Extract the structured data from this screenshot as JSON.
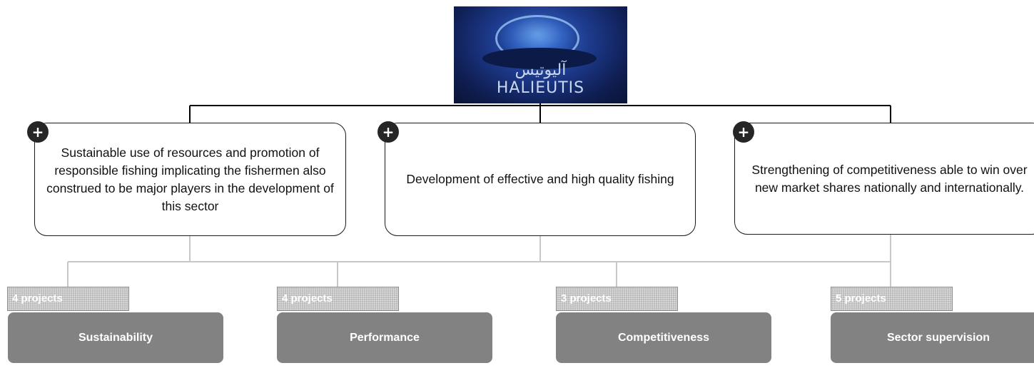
{
  "logo": {
    "arabic": "آليوتيس",
    "brand": "HALIEUTIS"
  },
  "objectives": [
    {
      "plus": "+",
      "text": "Sustainable use of resources and promotion of responsible fishing implicating the fishermen also construed  to be major players in the development of this sector"
    },
    {
      "plus": "+",
      "text": "Development of effective and high quality fishing"
    },
    {
      "plus": "+",
      "text": "Strengthening of competitiveness able to win over new market shares nationally and internationally."
    }
  ],
  "categories": [
    {
      "projects": "4 projects",
      "label": "Sustainability"
    },
    {
      "projects": "4 projects",
      "label": "Performance"
    },
    {
      "projects": "3 projects",
      "label": "Competitiveness"
    },
    {
      "projects": "5 projects",
      "label": "Sector supervision"
    }
  ],
  "colors": {
    "box_border": "#1a1a1a",
    "category_fill": "#828282",
    "tab_fill": "#b9b9b9",
    "connector_light": "#c8c8c8"
  }
}
